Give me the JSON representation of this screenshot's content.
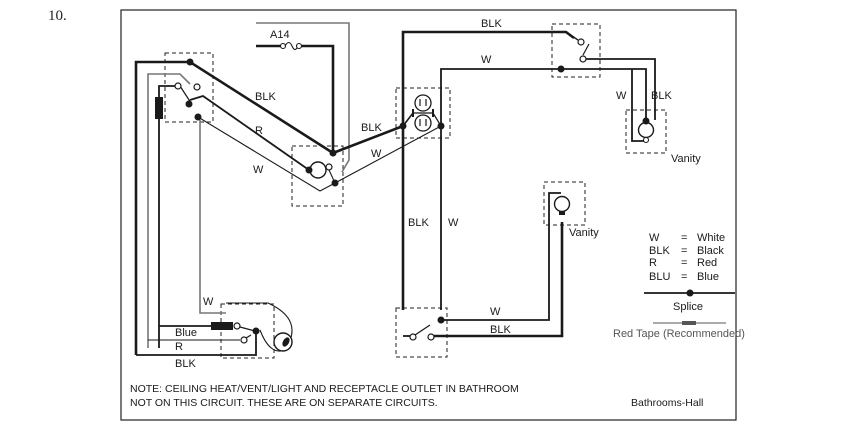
{
  "figure_number": "10.",
  "labels": {
    "fuse": "A14",
    "blk_top_left": "BLK",
    "r_left": "R",
    "w_left": "W",
    "blk_mid": "BLK",
    "w_mid": "W",
    "blk_top_right": "BLK",
    "w_top_right": "W",
    "w_vanity1": "W",
    "blk_vanity1": "BLK",
    "vanity1": "Vanity",
    "blk_vertical": "BLK",
    "w_vertical": "W",
    "vanity2": "Vanity",
    "w_bottom": "W",
    "blk_bottom": "BLK",
    "w_fan": "W",
    "blue_fan": "Blue",
    "r_fan": "R",
    "blk_fan": "BLK"
  },
  "legend": {
    "rows": [
      {
        "code": "W",
        "eq": "=",
        "name": "White"
      },
      {
        "code": "BLK",
        "eq": "=",
        "name": "Black"
      },
      {
        "code": "R",
        "eq": "=",
        "name": "Red"
      },
      {
        "code": "BLU",
        "eq": "=",
        "name": "Blue"
      }
    ],
    "splice": "Splice",
    "red_tape": "Red Tape (Recommended)"
  },
  "note": {
    "line1": "NOTE: CEILING HEAT/VENT/LIGHT AND RECEPTACLE OUTLET IN BATHROOM",
    "line2": "NOT ON THIS CIRCUIT. THESE ARE ON SEPARATE CIRCUITS."
  },
  "caption": "Bathrooms-Hall",
  "colors": {
    "wire": "#1a1a1a",
    "grey_wire": "#777777",
    "border": "#222222"
  }
}
